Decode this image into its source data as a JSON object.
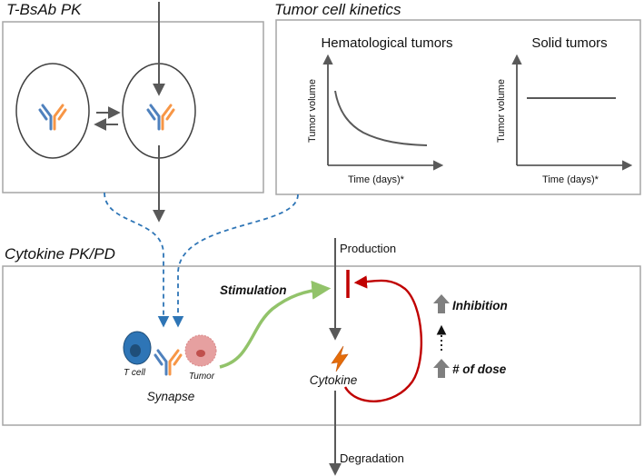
{
  "sections": {
    "pk": "T-BsAb PK",
    "tumor": "Tumor cell kinetics",
    "cytokine": "Cytokine PK/PD"
  },
  "plots": {
    "heme": {
      "title": "Hematological tumors",
      "ylabel": "Tumor volume",
      "xlabel": "Time (days)*"
    },
    "solid": {
      "title": "Solid tumors",
      "ylabel": "Tumor volume",
      "xlabel": "Time (days)*"
    }
  },
  "pd": {
    "stimulation": "Stimulation",
    "production": "Production",
    "degradation": "Degradation",
    "cytokine": "Cytokine",
    "synapse": "Synapse",
    "tcell": "T cell",
    "tumor": "Tumor",
    "inhibition": "Inhibition",
    "num_dose": "# of dose"
  },
  "colors": {
    "box_border": "#a6a6a6",
    "arrow": "#595959",
    "dashed": "#2e75b6",
    "antibody_blue": "#4f81bd",
    "antibody_orange": "#f79646",
    "stimulation": "#92c36a",
    "inhibition": "#c00000",
    "tcell": "#2e75b6",
    "tumor_cell": "#e6a0a0",
    "cytokine_icon": "#e46c0a"
  }
}
